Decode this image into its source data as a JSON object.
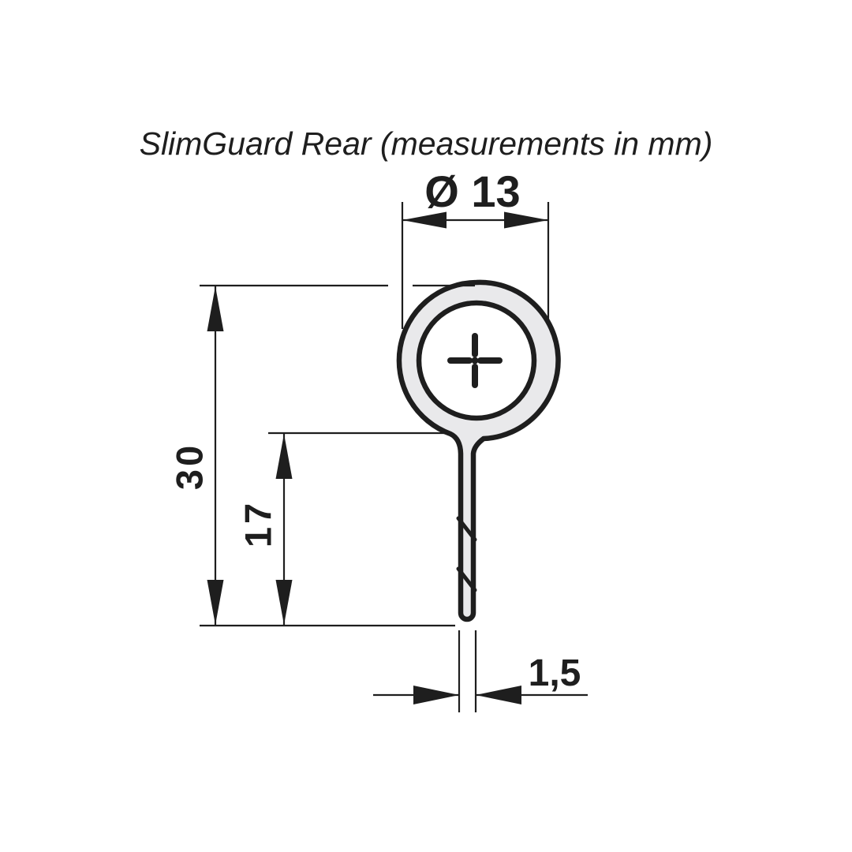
{
  "title": "SlimGuard Rear (measurements in mm)",
  "units_note": "mm",
  "dimensions": {
    "diameter": {
      "label": "Ø 13"
    },
    "overall_height": {
      "label": "30"
    },
    "stem_height": {
      "label": "17"
    },
    "thickness": {
      "label": "1,5"
    }
  },
  "colors": {
    "line": "#1e1e1e",
    "profile_fill": "#e9e9eb",
    "background": "#ffffff"
  }
}
